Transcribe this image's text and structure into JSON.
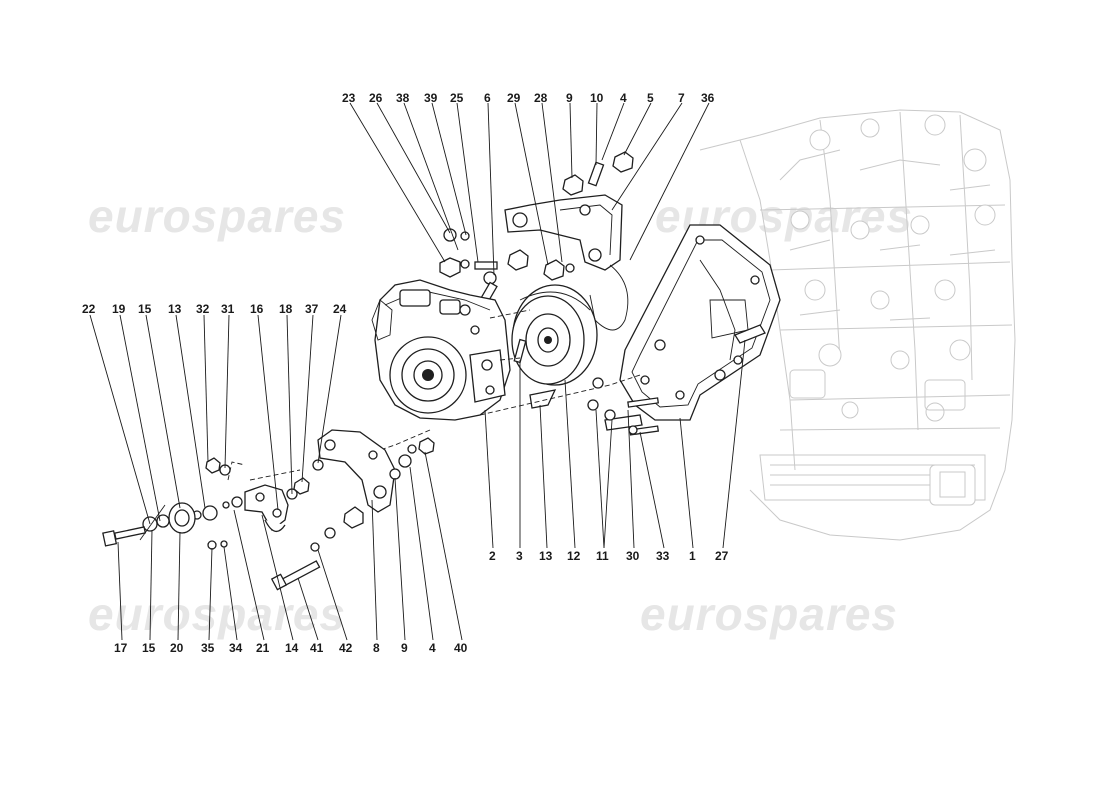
{
  "watermark": {
    "text": "eurospares"
  },
  "top_labels": [
    "23",
    "26",
    "38",
    "39",
    "25",
    "6",
    "29",
    "28",
    "9",
    "10",
    "4",
    "5",
    "7",
    "36"
  ],
  "left_labels": [
    "22",
    "19",
    "15",
    "13",
    "32",
    "31",
    "16",
    "18",
    "37",
    "24"
  ],
  "bottom_labels": [
    "17",
    "15",
    "20",
    "35",
    "34",
    "21",
    "14",
    "41",
    "42",
    "8",
    "9",
    "4",
    "40"
  ],
  "right_labels": [
    "2",
    "3",
    "13",
    "12",
    "11",
    "30",
    "33",
    "1",
    "27"
  ]
}
